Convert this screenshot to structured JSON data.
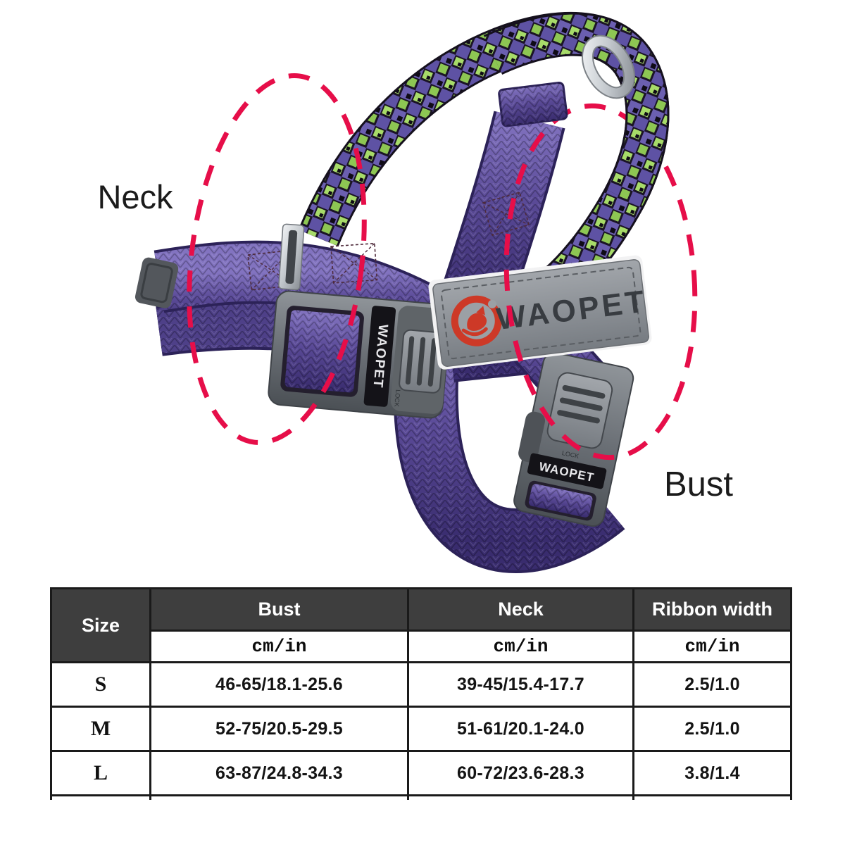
{
  "product": {
    "annotations": {
      "neck": "Neck",
      "bust": "Bust"
    },
    "brand": {
      "name": "WAOPET",
      "lock": "LOCK"
    },
    "colors": {
      "strap_purple": "#5a4a97",
      "plaid_green": "#a7db69",
      "buckle_gray": "#70757a",
      "patch_gray": "#8d9196",
      "logo_red": "#cd3927",
      "measure_ellipse": "#e60e49"
    }
  },
  "size_table": {
    "columns": {
      "size": "Size",
      "bust": "Bust",
      "neck": "Neck",
      "ribbon": "Ribbon width"
    },
    "unit": "cm/in",
    "header_bg": "#3e3e3e",
    "rows": [
      {
        "size": "S",
        "bust": "46-65/18.1-25.6",
        "neck": "39-45/15.4-17.7",
        "ribbon": "2.5/1.0"
      },
      {
        "size": "M",
        "bust": "52-75/20.5-29.5",
        "neck": "51-61/20.1-24.0",
        "ribbon": "2.5/1.0"
      },
      {
        "size": "L",
        "bust": "63-87/24.8-34.3",
        "neck": "60-72/23.6-28.3",
        "ribbon": "3.8/1.4"
      }
    ]
  }
}
